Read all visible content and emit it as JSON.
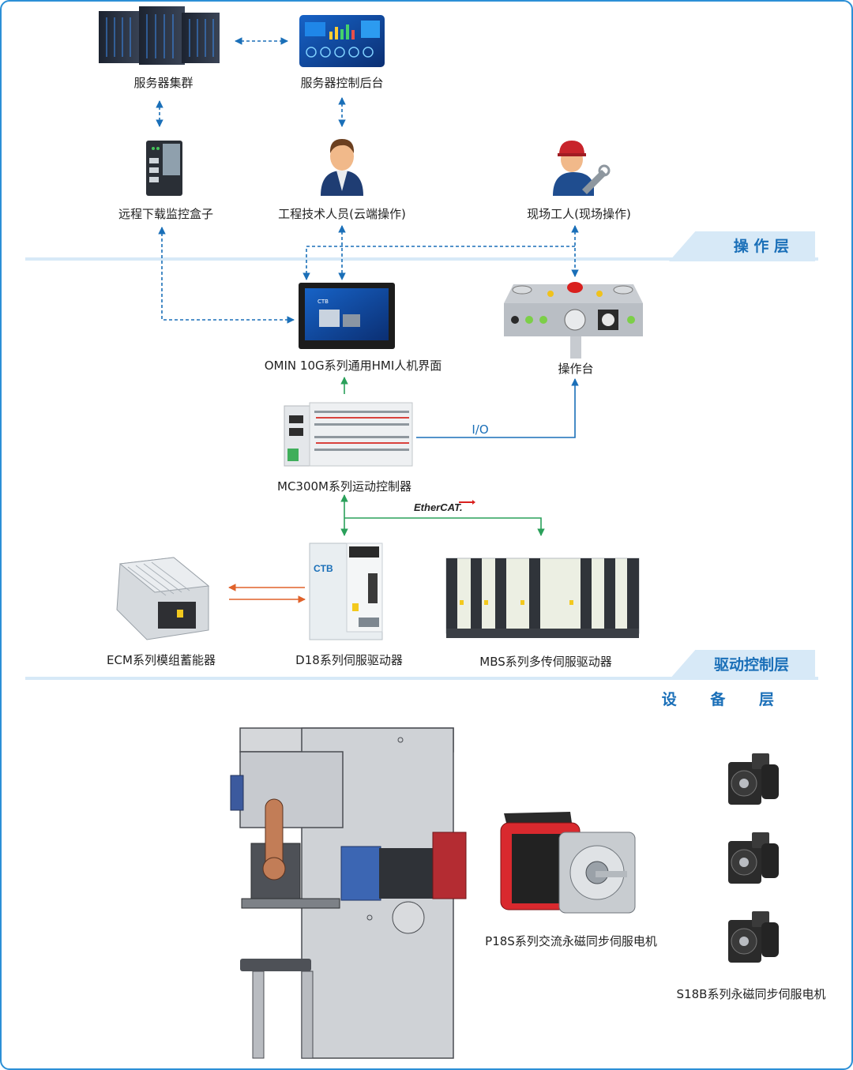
{
  "nodes": {
    "server_cluster": "服务器集群",
    "server_console": "服务器控制后台",
    "remote_box": "远程下载监控盒子",
    "engineer": "工程技术人员(云端操作)",
    "field_worker": "现场工人(现场操作)",
    "hmi": "OMIN 10G系列通用HMI人机界面",
    "console": "操作台",
    "motion_controller": "MC300M系列运动控制器",
    "ecm": "ECM系列模组蓄能器",
    "d18": "D18系列伺服驱动器",
    "mbs": "MBS系列多传伺服驱动器",
    "p18s": "P18S系列交流永磁同步伺服电机",
    "s18b": "S18B系列永磁同步伺服电机"
  },
  "links": {
    "io": "I/O",
    "ethercat": "EtherCAT."
  },
  "layers": {
    "operation": "操 作 层",
    "drive_control": "驱动控制层",
    "device": "设 备 层"
  },
  "logos": {
    "ctb": "CTB"
  },
  "colors": {
    "frame": "#2b8fd6",
    "layer_text": "#1a6fb8",
    "layer_bar": "#d7e9f7",
    "dashed_link": "#1a6fb8",
    "green_link": "#2aa05a",
    "orange_link": "#e0622a"
  }
}
